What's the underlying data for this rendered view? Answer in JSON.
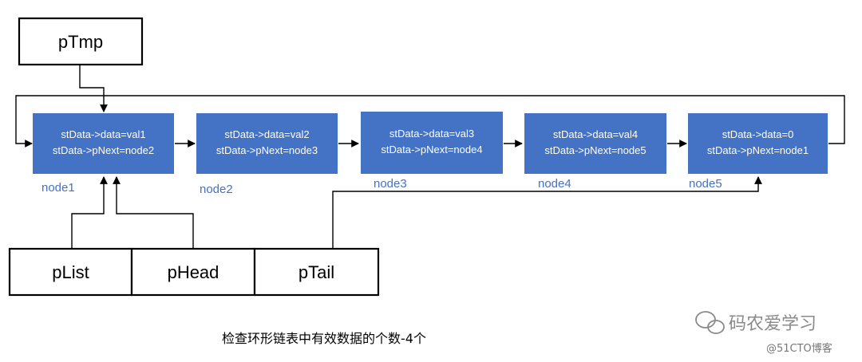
{
  "colors": {
    "node_fill": "#4472c4",
    "node_text": "#ffffff",
    "label": "#4472c4",
    "line": "#000000"
  },
  "nodes": [
    {
      "label": "node1",
      "line1": "stData->data=val1",
      "line2": "stData->pNext=node2"
    },
    {
      "label": "node2",
      "line1": "stData->data=val2",
      "line2": "stData->pNext=node3"
    },
    {
      "label": "node3",
      "line1": "stData->data=val3",
      "line2": "stData->pNext=node4"
    },
    {
      "label": "node4",
      "line1": "stData->data=val4",
      "line2": "stData->pNext=node5"
    },
    {
      "label": "node5",
      "line1": "stData->data=0",
      "line2": "stData->pNext=node1"
    }
  ],
  "pointers": {
    "pTmp": "pTmp",
    "pList": "pList",
    "pHead": "pHead",
    "pTail": "pTail"
  },
  "caption": "检查环形链表中有效数据的个数-4个",
  "watermark": {
    "icon": "wechat-icon",
    "name": "码农爱学习",
    "site": "@51CTO博客"
  }
}
